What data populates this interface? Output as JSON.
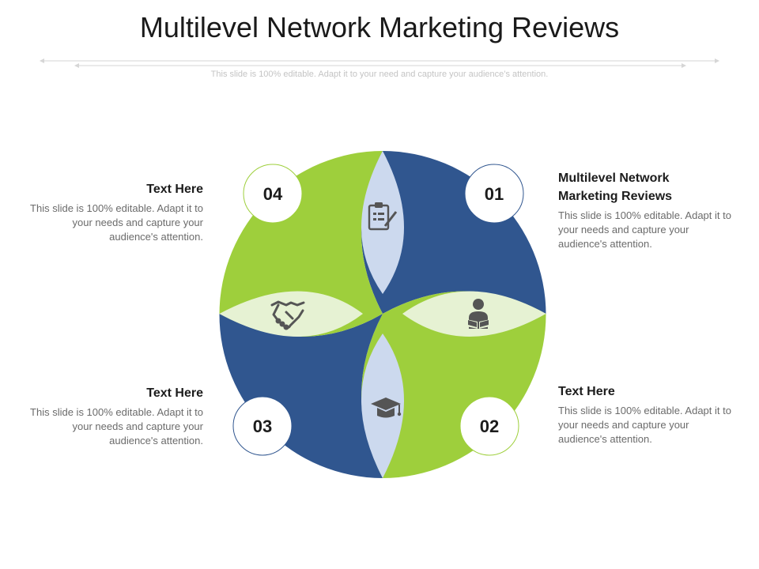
{
  "title": "Multilevel Network Marketing Reviews",
  "subtitle": "This slide is 100% editable. Adapt it to your need and capture your audience’s attention.",
  "colors": {
    "blue": "#30568F",
    "green": "#9ECF3C",
    "light_blue": "#CCD9EE",
    "light_green": "#E6F2D3"
  },
  "steps": [
    {
      "number": "01",
      "heading": "Multilevel Network Marketing Reviews",
      "text": "This slide is 100% editable. Adapt it to your needs and capture your audience's attention.",
      "icon": "reader-icon"
    },
    {
      "number": "02",
      "heading": "Text Here",
      "text": "This slide is 100% editable. Adapt it to your needs and capture your audience's attention.",
      "icon": "graduation-cap-icon"
    },
    {
      "number": "03",
      "heading": "Text Here",
      "text": "This slide is 100% editable. Adapt it to your needs and capture your audience's attention.",
      "icon": "handshake-icon"
    },
    {
      "number": "04",
      "heading": "Text Here",
      "text": "This slide is 100% editable. Adapt it to your needs and capture your audience's attention.",
      "icon": "clipboard-icon"
    }
  ]
}
